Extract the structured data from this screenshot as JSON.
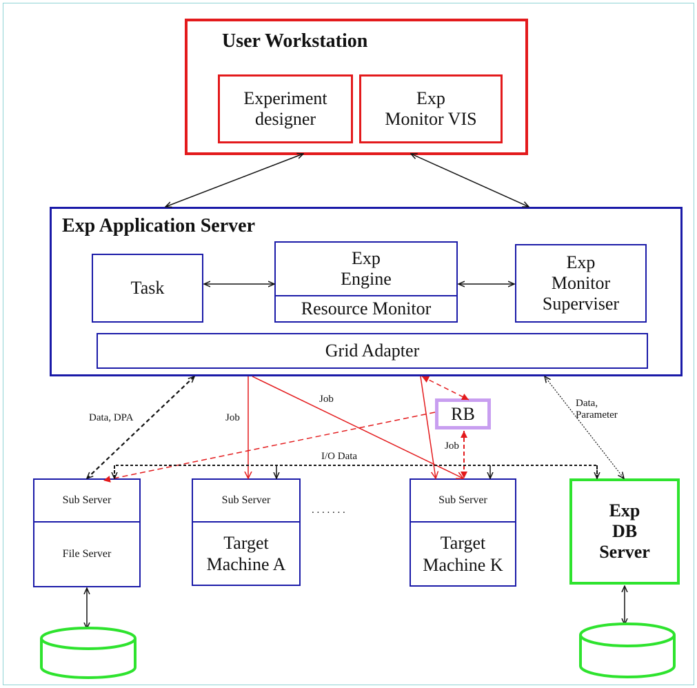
{
  "user_workstation": {
    "title": "User Workstation",
    "experiment_designer": [
      "Experiment",
      "designer"
    ],
    "exp_monitor_vis": [
      "Exp",
      "Monitor VIS"
    ]
  },
  "app_server": {
    "title": "Exp Application Server",
    "task": "Task",
    "exp_engine": [
      "Exp",
      "Engine"
    ],
    "resource_monitor": "Resource Monitor",
    "monitor_supervisor": [
      "Exp",
      "Monitor",
      "Superviser"
    ],
    "grid_adapter": "Grid Adapter"
  },
  "rb": "RB",
  "sub_server_label": "Sub Server",
  "file_server": "File Server",
  "target_a": [
    "Target",
    "Machine A"
  ],
  "target_k": [
    "Target",
    "Machine K"
  ],
  "ellipsis": ". . . . . . .",
  "db_server": [
    "Exp",
    "DB",
    "Server"
  ],
  "edge_labels": {
    "data_dpa": "Data, DPA",
    "job_a": "Job",
    "job_k": "Job",
    "job_rb": "Job",
    "io_data": "I/O Data",
    "data_parameter": [
      "Data,",
      "Parameter"
    ]
  },
  "colors": {
    "red": "#e31a1c",
    "blue": "#1a1aa8",
    "green": "#2ee32e",
    "violet": "#c89ef0",
    "black": "#111111"
  }
}
